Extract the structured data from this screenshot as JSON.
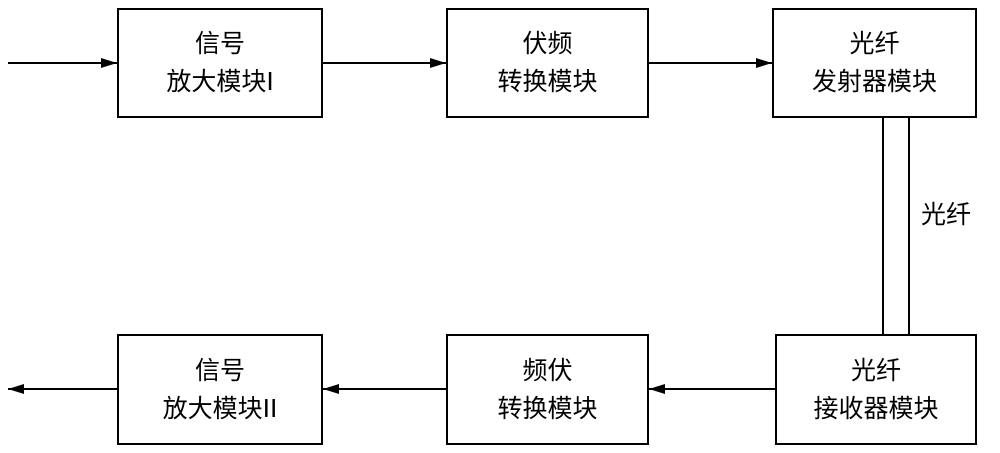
{
  "nodes": {
    "amp1": {
      "line1": "信号",
      "line2": "放大模块I"
    },
    "up": {
      "line1": "伏频",
      "line2": "转换模块"
    },
    "tx": {
      "line1": "光纤",
      "line2": "发射器模块"
    },
    "rx": {
      "line1": "光纤",
      "line2": "接收器模块"
    },
    "down": {
      "line1": "频伏",
      "line2": "转换模块"
    },
    "amp2": {
      "line1": "信号",
      "line2": "放大模块II"
    }
  },
  "fiber_label": "光纤"
}
